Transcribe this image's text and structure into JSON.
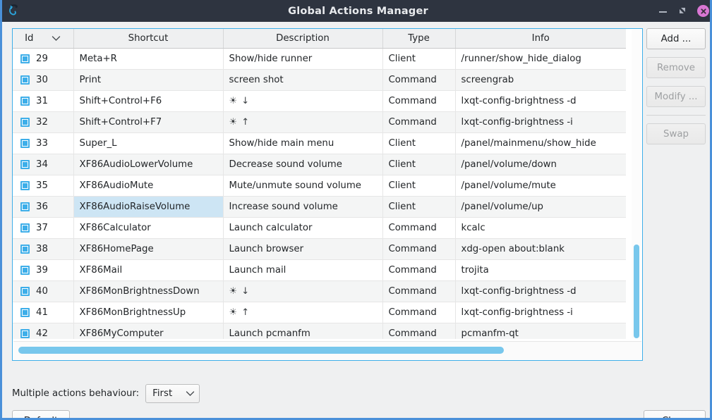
{
  "window": {
    "title": "Global Actions Manager",
    "icon": "lxqt-spiral-icon",
    "controls": {
      "minimize": "minimize-icon",
      "maximize": "maximize-icon",
      "close": "close-icon"
    },
    "accent_color": "#3daee9",
    "titlebar_color": "#2e3440",
    "close_button_color": "#d977d4"
  },
  "table": {
    "columns": [
      {
        "key": "id",
        "label": "Id",
        "sort_indicator": "chevron-down-icon"
      },
      {
        "key": "shortcut",
        "label": "Shortcut"
      },
      {
        "key": "description",
        "label": "Description"
      },
      {
        "key": "type",
        "label": "Type"
      },
      {
        "key": "info",
        "label": "Info"
      }
    ],
    "selected_cell": {
      "row_id": "36",
      "column": "shortcut"
    },
    "rows": [
      {
        "id": "29",
        "shortcut": "Meta+R",
        "description": "Show/hide runner",
        "type": "Client",
        "info": "/runner/show_hide_dialog"
      },
      {
        "id": "30",
        "shortcut": "Print",
        "description": "screen shot",
        "type": "Command",
        "info": "screengrab"
      },
      {
        "id": "31",
        "shortcut": "Shift+Control+F6",
        "description": "☀ ↓",
        "type": "Command",
        "info": "lxqt-config-brightness -d"
      },
      {
        "id": "32",
        "shortcut": "Shift+Control+F7",
        "description": "☀ ↑",
        "type": "Command",
        "info": "lxqt-config-brightness -i"
      },
      {
        "id": "33",
        "shortcut": "Super_L",
        "description": "Show/hide main menu",
        "type": "Client",
        "info": "/panel/mainmenu/show_hide"
      },
      {
        "id": "34",
        "shortcut": "XF86AudioLowerVolume",
        "description": "Decrease sound volume",
        "type": "Client",
        "info": "/panel/volume/down"
      },
      {
        "id": "35",
        "shortcut": "XF86AudioMute",
        "description": "Mute/unmute sound volume",
        "type": "Client",
        "info": "/panel/volume/mute"
      },
      {
        "id": "36",
        "shortcut": "XF86AudioRaiseVolume",
        "description": "Increase sound volume",
        "type": "Client",
        "info": "/panel/volume/up"
      },
      {
        "id": "37",
        "shortcut": "XF86Calculator",
        "description": "Launch calculator",
        "type": "Command",
        "info": "kcalc"
      },
      {
        "id": "38",
        "shortcut": "XF86HomePage",
        "description": "Launch browser",
        "type": "Command",
        "info": "xdg-open about:blank"
      },
      {
        "id": "39",
        "shortcut": "XF86Mail",
        "description": "Launch mail",
        "type": "Command",
        "info": "trojita"
      },
      {
        "id": "40",
        "shortcut": "XF86MonBrightnessDown",
        "description": "☀ ↓",
        "type": "Command",
        "info": "lxqt-config-brightness -d"
      },
      {
        "id": "41",
        "shortcut": "XF86MonBrightnessUp",
        "description": "☀ ↑",
        "type": "Command",
        "info": "lxqt-config-brightness -i"
      },
      {
        "id": "42",
        "shortcut": "XF86MyComputer",
        "description": "Launch pcmanfm",
        "type": "Command",
        "info": "pcmanfm-qt"
      }
    ]
  },
  "side_buttons": [
    {
      "name": "add",
      "label": "Add ...",
      "enabled": true
    },
    {
      "name": "remove",
      "label": "Remove",
      "enabled": false
    },
    {
      "name": "modify",
      "label": "Modify ...",
      "enabled": false
    },
    {
      "name": "swap",
      "label": "Swap",
      "enabled": false
    }
  ],
  "bottom": {
    "behaviour_label": "Multiple actions behaviour:",
    "behaviour_value": "First",
    "default_label": "Default",
    "close_label": "Close"
  },
  "scrollbars": {
    "vertical_thumb_color": "#78c7ec",
    "horizontal_thumb_color": "#78c7ec"
  }
}
